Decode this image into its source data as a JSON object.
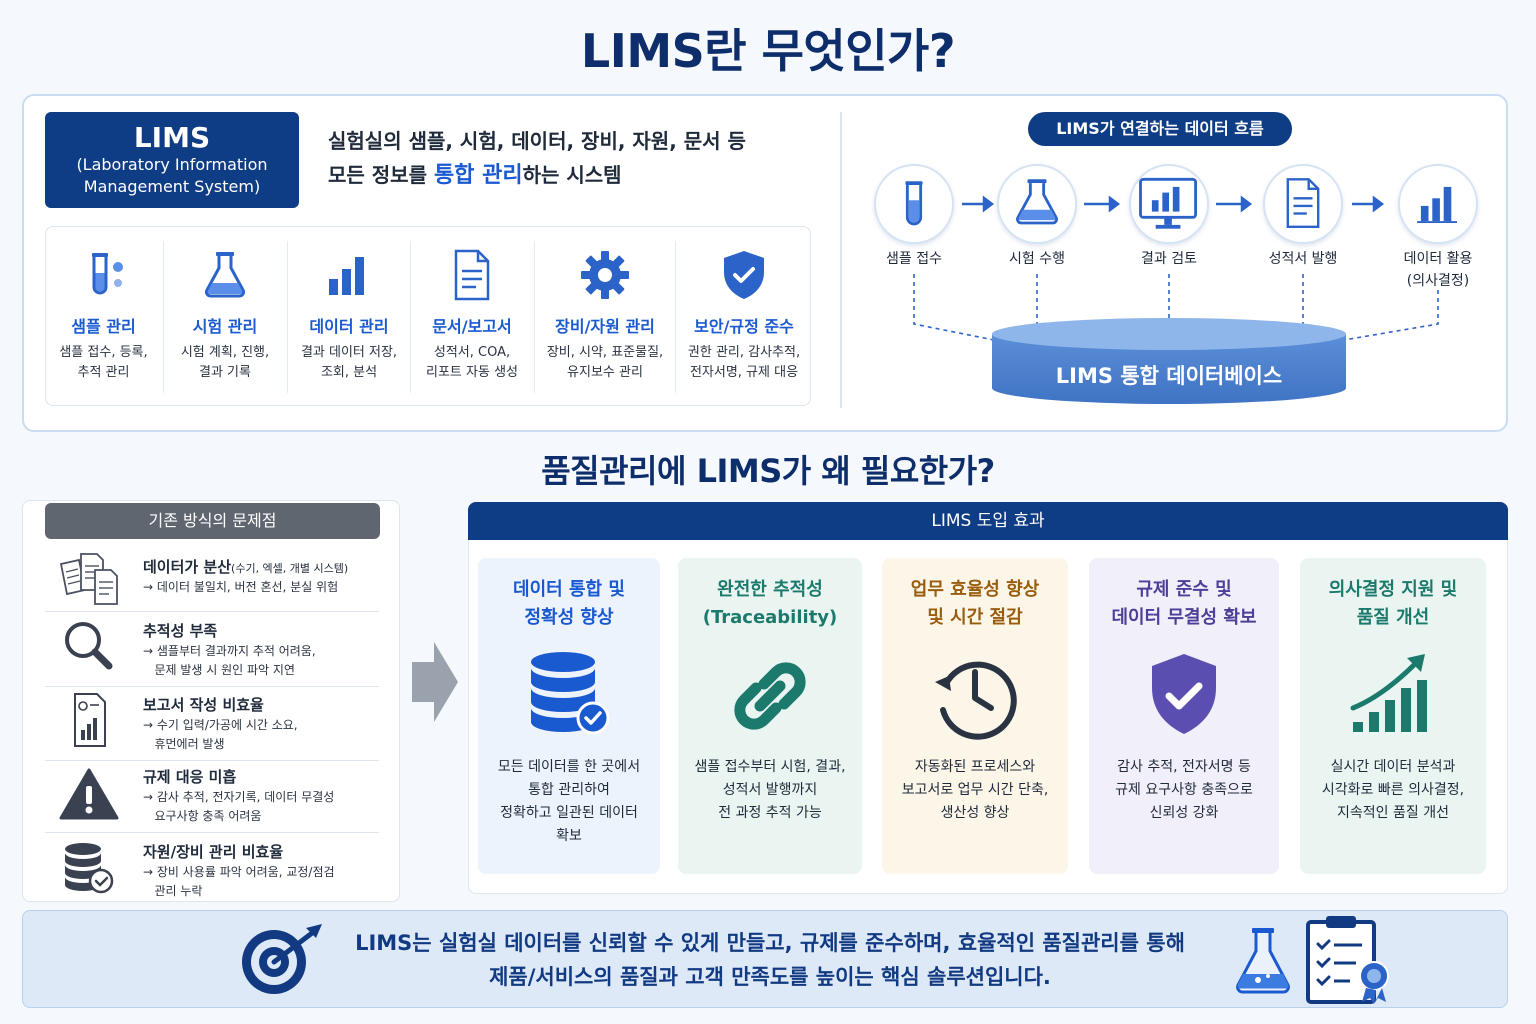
{
  "title": "LIMS란 무엇인가?",
  "definition": {
    "badge_title": "LIMS",
    "badge_sub_1": "(Laboratory Information",
    "badge_sub_2": "Management System)",
    "desc_line_1": "실험실의 샘플, 시험, 데이터, 장비, 자원, 문서 등",
    "desc_line_2_pre": "모든 정보를 ",
    "desc_line_2_highlight": "통합 관리",
    "desc_line_2_post": "하는 시스템"
  },
  "features": [
    {
      "title": "샘플 관리",
      "desc_1": "샘플 접수, 등록,",
      "desc_2": "추적 관리",
      "icon": "test-tube-icon"
    },
    {
      "title": "시험 관리",
      "desc_1": "시험 계획, 진행,",
      "desc_2": "결과 기록",
      "icon": "flask-icon"
    },
    {
      "title": "데이터 관리",
      "desc_1": "결과 데이터 저장,",
      "desc_2": "조회, 분석",
      "icon": "bar-chart-icon"
    },
    {
      "title": "문서/보고서",
      "desc_1": "성적서, COA,",
      "desc_2": "리포트 자동 생성",
      "icon": "document-icon"
    },
    {
      "title": "장비/자원 관리",
      "desc_1": "장비, 시약, 표준물질,",
      "desc_2": "유지보수 관리",
      "icon": "gear-icon"
    },
    {
      "title": "보안/규정 준수",
      "desc_1": "권한 관리, 감사추적,",
      "desc_2": "전자서명, 규제 대응",
      "icon": "shield-icon"
    }
  ],
  "flow": {
    "title": "LIMS가 연결하는 데이터 흐름",
    "steps": [
      {
        "label": "샘플 접수",
        "label_2": "",
        "icon": "test-tube-icon"
      },
      {
        "label": "시험 수행",
        "label_2": "",
        "icon": "flask-icon"
      },
      {
        "label": "결과 검토",
        "label_2": "",
        "icon": "monitor-icon"
      },
      {
        "label": "성적서 발행",
        "label_2": "",
        "icon": "document-icon"
      },
      {
        "label": "데이터 활용",
        "label_2": "(의사결정)",
        "icon": "bar-chart-icon"
      }
    ],
    "database": "LIMS 통합 데이터베이스"
  },
  "why_title": "품질관리에 LIMS가 왜 필요한가?",
  "problems": {
    "header": "기존 방식의 문제점",
    "items": [
      {
        "title": "데이터가 분산",
        "title_note": "(수기, 엑셀, 개별 시스템)",
        "desc_1": "→ 데이터 불일치, 버전 혼선, 분실 위험",
        "desc_2": "",
        "icon": "scattered-documents-icon"
      },
      {
        "title": "추적성 부족",
        "title_note": "",
        "desc_1": "→ 샘플부터 결과까지 추적 어려움,",
        "desc_2": "   문제 발생 시 원인 파악 지연",
        "icon": "magnifier-icon"
      },
      {
        "title": "보고서 작성 비효율",
        "title_note": "",
        "desc_1": "→ 수기 입력/가공에 시간 소요,",
        "desc_2": "   휴먼에러 발생",
        "icon": "report-icon"
      },
      {
        "title": "규제 대응 미흡",
        "title_note": "",
        "desc_1": "→ 감사 추적, 전자기록, 데이터 무결성",
        "desc_2": "   요구사항 충족 어려움",
        "icon": "warning-icon"
      },
      {
        "title": "자원/장비 관리 비효율",
        "title_note": "",
        "desc_1": "→ 장비 사용률 파악 어려움, 교정/점검",
        "desc_2": "   관리 누락",
        "icon": "database-check-icon"
      }
    ]
  },
  "effects": {
    "header": "LIMS 도입 효과",
    "items": [
      {
        "title_1": "데이터 통합 및",
        "title_2": "정확성 향상",
        "desc_1": "모든 데이터를 한 곳에서",
        "desc_2": "통합 관리하여",
        "desc_3": "정확하고 일관된 데이터",
        "desc_4": "확보",
        "color": "#1a5ad1",
        "bg": "#edf3fc",
        "icon": "database-check-icon"
      },
      {
        "title_1": "완전한 추적성",
        "title_2": "(Traceability)",
        "desc_1": "샘플 접수부터 시험, 결과,",
        "desc_2": "성적서 발행까지",
        "desc_3": "전 과정 추적 가능",
        "desc_4": "",
        "color": "#1b7a6c",
        "bg": "#eaf5f2",
        "icon": "chain-link-icon"
      },
      {
        "title_1": "업무 효율성 향상",
        "title_2": "및 시간 절감",
        "desc_1": "자동화된 프로세스와",
        "desc_2": "보고서로 업무 시간 단축,",
        "desc_3": "생산성 향상",
        "desc_4": "",
        "color": "#9a5d0e",
        "bg": "#fcf6e9",
        "icon": "clock-icon"
      },
      {
        "title_1": "규제 준수 및",
        "title_2": "데이터 무결성 확보",
        "desc_1": "감사 추적, 전자서명 등",
        "desc_2": "규제 요구사항 충족으로",
        "desc_3": "신뢰성 강화",
        "desc_4": "",
        "color": "#4b3f97",
        "bg": "#f1effa",
        "icon": "shield-check-icon"
      },
      {
        "title_1": "의사결정 지원 및",
        "title_2": "품질 개선",
        "desc_1": "실시간 데이터 분석과",
        "desc_2": "시각화로 빠른 의사결정,",
        "desc_3": "지속적인 품질 개선",
        "desc_4": "",
        "color": "#1b7a6c",
        "bg": "#eaf5f2",
        "icon": "growth-chart-icon"
      }
    ]
  },
  "banner": {
    "line_1": "LIMS는 실험실 데이터를 신뢰할 수 있게 만들고, 규제를 준수하며, 효율적인 품질관리를 통해",
    "line_2": "제품/서비스의 품질과 고객 만족도를 높이는 핵심 솔루션입니다."
  }
}
